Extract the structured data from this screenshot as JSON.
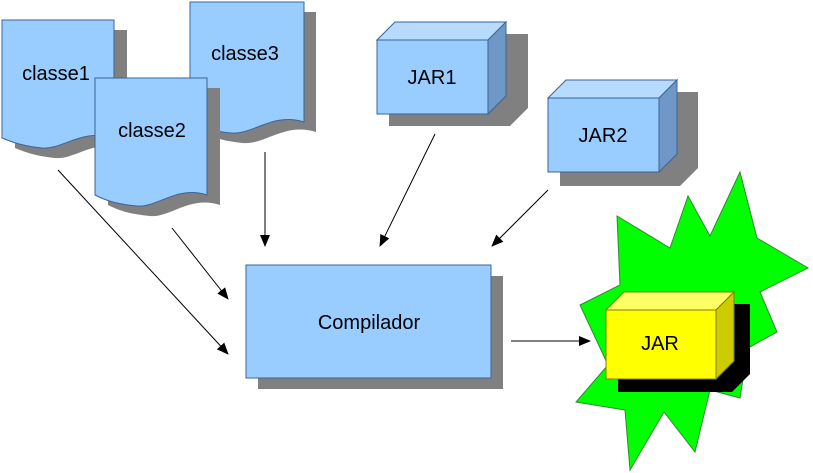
{
  "nodes": {
    "classe1": "classe1",
    "classe2": "classe2",
    "classe3": "classe3",
    "jar1": "JAR1",
    "jar2": "JAR2",
    "compiler": "Compilador",
    "jar_out": "JAR"
  },
  "colors": {
    "file_fill": "#99ccff",
    "file_stroke": "#3d6494",
    "shadow": "#808080",
    "burst": "#00ff00",
    "jar_out_fill": "#ffff00",
    "jar_out_shadow": "#000000"
  },
  "edges": [
    {
      "from": "classe1",
      "to": "compiler"
    },
    {
      "from": "classe2",
      "to": "compiler"
    },
    {
      "from": "classe3",
      "to": "compiler"
    },
    {
      "from": "jar1",
      "to": "compiler"
    },
    {
      "from": "jar2",
      "to": "compiler"
    },
    {
      "from": "compiler",
      "to": "jar_out"
    }
  ]
}
